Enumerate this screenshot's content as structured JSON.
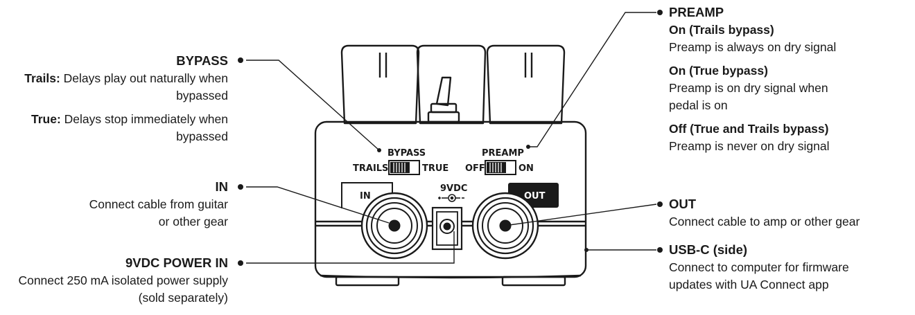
{
  "callouts": {
    "bypass": {
      "title": "BYPASS",
      "trails_label": "Trails:",
      "trails_text": " Delays play out naturally when bypassed",
      "true_label": "True:",
      "true_text": " Delays stop immediately when bypassed"
    },
    "in": {
      "title": "IN",
      "text": "Connect cable from guitar or other gear"
    },
    "power": {
      "title": "9VDC POWER IN",
      "text": "Connect 250 mA isolated power supply (sold separately)"
    },
    "preamp": {
      "title": "PREAMP",
      "opt1_title": "On (Trails bypass)",
      "opt1_text": "Preamp is always on dry signal",
      "opt2_title": "On (True bypass)",
      "opt2_text": "Preamp is on dry signal when pedal is on",
      "opt3_title": "Off (True and Trails bypass)",
      "opt3_text": "Preamp is never on dry signal"
    },
    "out": {
      "title": "OUT",
      "text": "Connect cable to amp or other gear"
    },
    "usbc": {
      "title": "USB-C (side)",
      "text": "Connect to computer for firmware updates with UA Connect app"
    }
  },
  "pedal_labels": {
    "bypass": "BYPASS",
    "trails": "TRAILS",
    "true": "TRUE",
    "preamp": "PREAMP",
    "off": "OFF",
    "on": "ON",
    "in": "IN",
    "out": "OUT",
    "dc": "9VDC",
    "dc_polarity": "+-◐-"
  }
}
